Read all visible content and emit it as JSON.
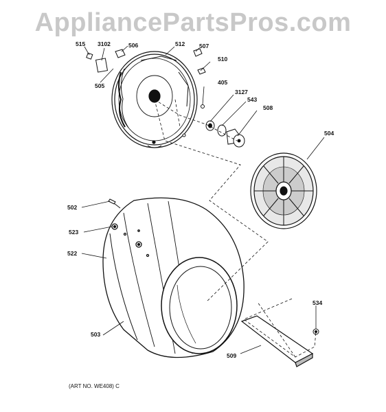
{
  "watermark": "AppliancePartsPros.com",
  "art_number": "(ART NO. WE408) C",
  "callouts": {
    "c515": "515",
    "c3102": "3102",
    "c506": "506",
    "c512": "512",
    "c507": "507",
    "c510": "510",
    "c505": "505",
    "c405": "405",
    "c3127": "3127",
    "c543": "543",
    "c508": "508",
    "c504": "504",
    "c502": "502",
    "c523": "523",
    "c522": "522",
    "c503": "503",
    "c534": "534",
    "c509": "509"
  }
}
